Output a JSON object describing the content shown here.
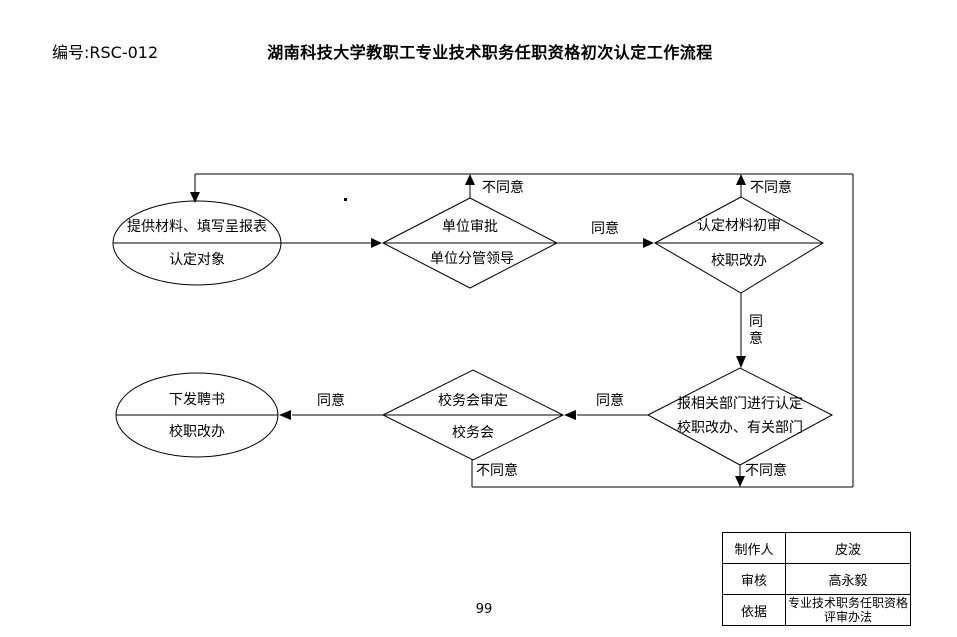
{
  "header": {
    "doc_number": "编号:RSC-012",
    "title": "湖南科技大学教职工专业技术职务任职资格初次认定工作流程"
  },
  "flowchart": {
    "nodes": {
      "applicant": {
        "top": "提供材料、填写呈报表",
        "bottom": "认定对象"
      },
      "unit_approval": {
        "top": "单位审批",
        "bottom": "单位分管领导"
      },
      "material_review": {
        "top": "认定材料初审",
        "bottom": "校职改办"
      },
      "related_depts": {
        "top": "报相关部门进行认定",
        "bottom": "校职改办、有关部门"
      },
      "council": {
        "top": "校务会审定",
        "bottom": "校务会"
      },
      "letter": {
        "top": "下发聘书",
        "bottom": "校职改办"
      }
    },
    "labels": {
      "agree_row1": "同意",
      "agree_vertical": "同意",
      "agree_row2_right": "同意",
      "agree_row2_left": "同意",
      "disagree_row1_mid": "不同意",
      "disagree_row1_right": "不同意",
      "disagree_row2_mid": "不同意",
      "disagree_row2_right": "不同意"
    }
  },
  "footer_table": {
    "rows": [
      {
        "label": "制作人",
        "value": "皮波"
      },
      {
        "label": "审核",
        "value": "高永毅"
      },
      {
        "label": "依据",
        "value": "专业技术职务任职资格评审办法"
      }
    ]
  },
  "page_number": "99"
}
